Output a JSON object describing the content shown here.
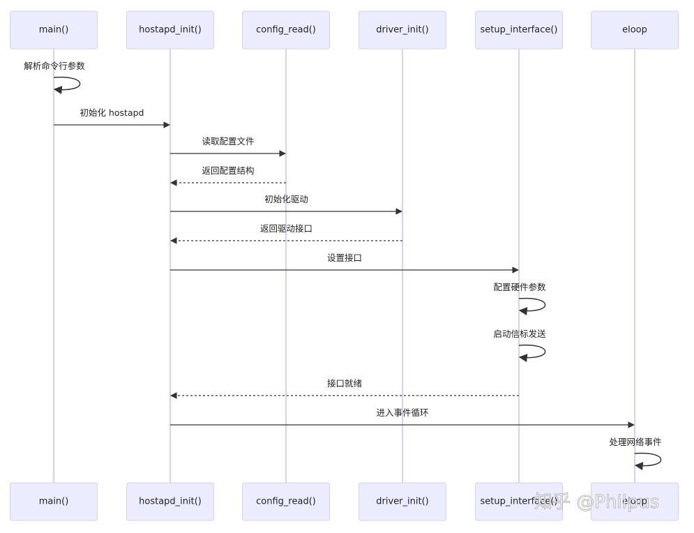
{
  "participants": [
    {
      "id": "main",
      "label": "main()"
    },
    {
      "id": "hostapd_init",
      "label": "hostapd_init()"
    },
    {
      "id": "config_read",
      "label": "config_read()"
    },
    {
      "id": "driver_init",
      "label": "driver_init()"
    },
    {
      "id": "setup_interface",
      "label": "setup_interface()"
    },
    {
      "id": "eloop",
      "label": "eloop"
    }
  ],
  "messages": [
    {
      "from": "main",
      "to": "main",
      "label": "解析命令行参数",
      "style": "self"
    },
    {
      "from": "main",
      "to": "hostapd_init",
      "label": "初始化 hostapd",
      "style": "solid"
    },
    {
      "from": "hostapd_init",
      "to": "config_read",
      "label": "读取配置文件",
      "style": "solid"
    },
    {
      "from": "config_read",
      "to": "hostapd_init",
      "label": "返回配置结构",
      "style": "dashed"
    },
    {
      "from": "hostapd_init",
      "to": "driver_init",
      "label": "初始化驱动",
      "style": "solid"
    },
    {
      "from": "driver_init",
      "to": "hostapd_init",
      "label": "返回驱动接口",
      "style": "dashed"
    },
    {
      "from": "hostapd_init",
      "to": "setup_interface",
      "label": "设置接口",
      "style": "solid"
    },
    {
      "from": "setup_interface",
      "to": "setup_interface",
      "label": "配置硬件参数",
      "style": "self"
    },
    {
      "from": "setup_interface",
      "to": "setup_interface",
      "label": "启动信标发送",
      "style": "self"
    },
    {
      "from": "setup_interface",
      "to": "hostapd_init",
      "label": "接口就绪",
      "style": "dashed"
    },
    {
      "from": "hostapd_init",
      "to": "eloop",
      "label": "进入事件循环",
      "style": "solid"
    },
    {
      "from": "eloop",
      "to": "eloop",
      "label": "处理网络事件",
      "style": "self"
    }
  ],
  "watermark": "知乎 @Philpus",
  "colors": {
    "actor_fill": "#ECECFF",
    "actor_border": "#D6D1F3",
    "lifeline": "#D6D1F3",
    "message_line": "#333333",
    "text": "#222222"
  }
}
